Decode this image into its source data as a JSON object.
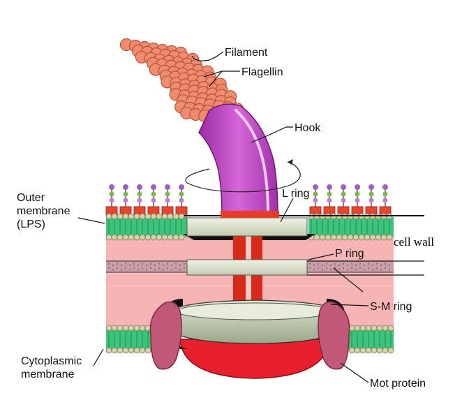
{
  "labels": {
    "filament": "Filament",
    "flagellin": "Flagellin",
    "hook": "Hook",
    "outer_membrane": [
      "Outer",
      "membrane",
      "(LPS)"
    ],
    "l_ring": "L ring",
    "cell_wall": "cell wall",
    "p_ring": "P ring",
    "sm_ring": "S-M ring",
    "cytoplasmic_membrane": [
      "Cytoplasmic",
      "membrane"
    ],
    "mot_protein": "Mot protein"
  },
  "colors": {
    "flagellin_bead": "#f08c6e",
    "flagellin_outline": "#b5523a",
    "hook": "#c04cc8",
    "hook_highlight": "#f4c8f4",
    "periplasm": "#f7b4b4",
    "lps_head": "#e8442a",
    "membrane_green": "#3cc57a",
    "lipid_head": "#d8d4a0",
    "peptidoglycan": "#c9a0a8",
    "ring": "#dfe6d0",
    "rod_red": "#d82a1a",
    "motor_red": "#e8202e",
    "mot_protein": "#c05878",
    "lollipop_purple": "#a060c0",
    "lollipop_green": "#7ab848"
  }
}
